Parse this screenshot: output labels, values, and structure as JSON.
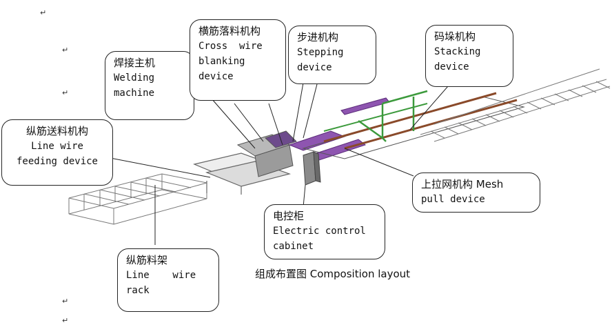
{
  "callouts": {
    "welding": {
      "cn": "焊接主机",
      "en": "Welding\nmachine"
    },
    "cross_wire": {
      "cn": "横筋落料机构",
      "en": "Cross  wire\nblanking\ndevice"
    },
    "stepping": {
      "cn": "步进机构",
      "en": "Stepping\ndevice"
    },
    "stacking": {
      "cn": "码垛机构",
      "en": "Stacking\ndevice"
    },
    "line_wire_feeding": {
      "cn": "纵筋送料机构",
      "en": "Line wire\nfeeding device"
    },
    "mesh_pull": {
      "cn": "上拉网机构 Mesh",
      "en": "pull device"
    },
    "electric_cabinet": {
      "cn": "电控柜",
      "en": "Electric control\ncabinet"
    },
    "line_wire_rack": {
      "cn": "纵筋料架",
      "en": "Line    wire\nrack"
    }
  },
  "caption": "组成布置图 Composition layout",
  "colors": {
    "frame": "#5a5a5a",
    "purple": "#7b3f9a",
    "green": "#3c9a3c",
    "brown": "#8a4a2a",
    "cabinet": "#8a8a8a"
  }
}
